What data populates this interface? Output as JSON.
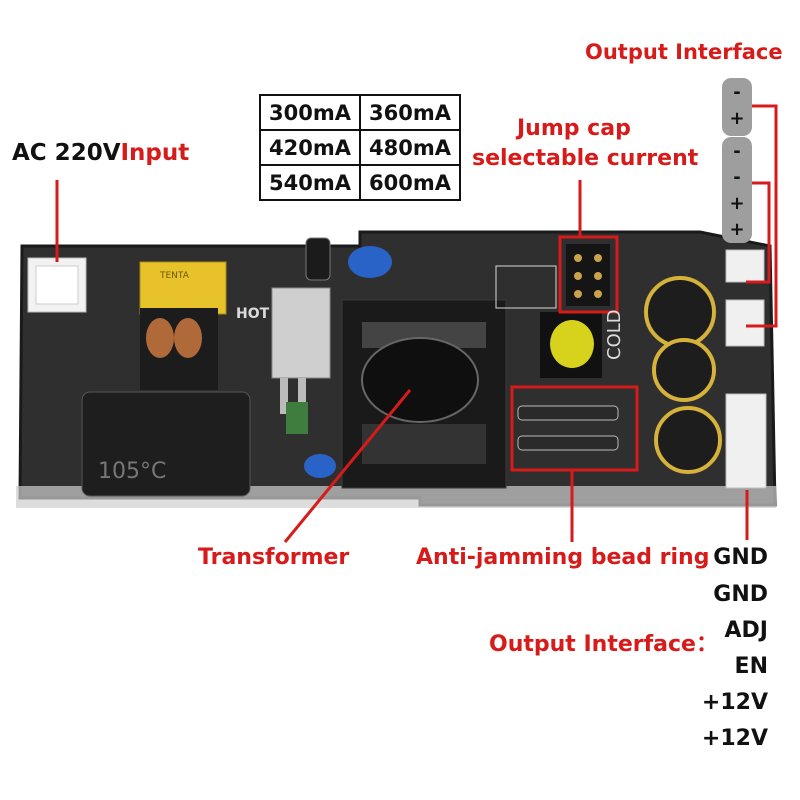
{
  "labels": {
    "output_interface_top": "Output Interface",
    "ac_prefix": "AC 220V",
    "ac_suffix": "Input",
    "jump_cap_line1": "Jump cap",
    "jump_cap_line2": "selectable current",
    "transformer": "Transformer",
    "bead_ring": "Anti-jamming bead ring",
    "output_interface_bottom": "Output Interface："
  },
  "current_table": {
    "rows": [
      [
        "300mA",
        "360mA"
      ],
      [
        "420mA",
        "480mA"
      ],
      [
        "540mA",
        "600mA"
      ]
    ]
  },
  "top_jack_small": [
    "-",
    "+"
  ],
  "top_jack_large": [
    "-",
    "-",
    "+",
    "+"
  ],
  "pins": [
    "GND",
    "GND",
    "ADJ",
    "EN",
    "+12V",
    "+12V"
  ],
  "board_text": {
    "hot": "HOT",
    "cold": "COLD",
    "tenta": "TENTA",
    "cap_mark": "105°C"
  },
  "colors": {
    "label_red": "#d71a1a",
    "pcb": "#2b2b2b",
    "jack_gray": "#9e9e9e"
  }
}
